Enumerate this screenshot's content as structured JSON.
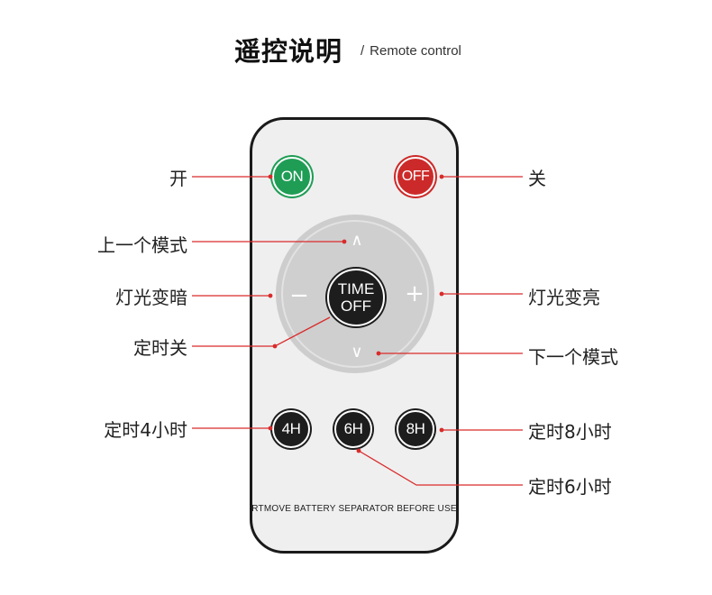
{
  "heading": {
    "title": "遥控说明",
    "separator": "/",
    "subtitle": "Remote control"
  },
  "remote": {
    "buttons": {
      "on": "ON",
      "off": "OFF",
      "timer_line1": "TIME",
      "timer_line2": "OFF",
      "h4": "4H",
      "h6": "6H",
      "h8": "8H"
    },
    "dial": {
      "up_glyph": "∧",
      "down_glyph": "∨",
      "minus_glyph": "−",
      "plus_glyph": "+"
    },
    "notice": "RTMOVE BATTERY SEPARATOR BEFORE USE"
  },
  "callouts": {
    "on": "开",
    "prev_mode": "上一个模式",
    "dim": "灯光变暗",
    "timer_off": "定时关",
    "timer_4h": "定时4小时",
    "off": "关",
    "brighten": "灯光变亮",
    "next_mode": "下一个模式",
    "timer_8h": "定时8小时",
    "timer_6h": "定时6小时"
  },
  "colors": {
    "on_button": "#1f9d55",
    "off_button": "#cc2a2a",
    "dark_button": "#1d1d1d",
    "leader_line": "#d92b2b",
    "dial": "#cdcdcd",
    "remote_body": "#efefef"
  }
}
